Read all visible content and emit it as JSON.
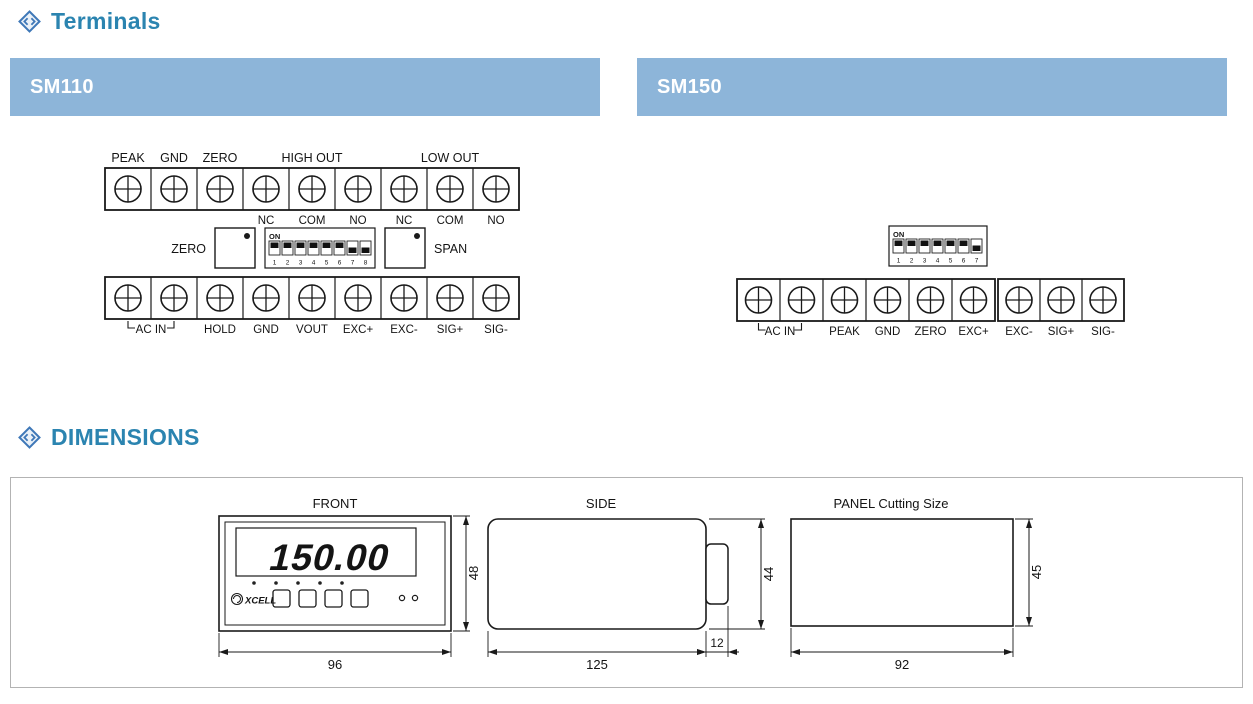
{
  "sections": {
    "terminals": {
      "icon": "diamond-chevrons-icon",
      "title": "Terminals"
    },
    "dimensions": {
      "icon": "diamond-chevrons-icon",
      "title": "DIMENSIONS"
    }
  },
  "colors": {
    "panel_header_bg": "#8db5d9",
    "section_title": "#2b84b0",
    "icon_blue": "#3f78b8"
  },
  "sm110": {
    "title": "SM110",
    "top_row": {
      "labels": [
        "PEAK",
        "GND",
        "ZERO"
      ],
      "group_high": "HIGH OUT",
      "group_low": "LOW OUT",
      "contacts": [
        "NC",
        "COM",
        "NO",
        "NC",
        "COM",
        "NO"
      ]
    },
    "adjust": {
      "zero": "ZERO",
      "span": "SPAN"
    },
    "dip": {
      "on_label": "ON",
      "numbers": [
        "1",
        "2",
        "3",
        "4",
        "5",
        "6",
        "7",
        "8"
      ]
    },
    "bottom_row": {
      "labels": [
        "AC IN",
        "HOLD",
        "GND",
        "VOUT",
        "EXC+",
        "EXC-",
        "SIG+",
        "SIG-"
      ]
    }
  },
  "sm150": {
    "title": "SM150",
    "dip": {
      "on_label": "ON",
      "numbers": [
        "1",
        "2",
        "3",
        "4",
        "5",
        "6",
        "7"
      ]
    },
    "bottom_row": {
      "labels": [
        "AC IN",
        "PEAK",
        "GND",
        "ZERO",
        "EXC+",
        "EXC-",
        "SIG+",
        "SIG-"
      ]
    }
  },
  "dims": {
    "front": {
      "title": "FRONT",
      "display": "150.00",
      "logo": "XCELL",
      "width": "96",
      "height": "48"
    },
    "side": {
      "title": "SIDE",
      "depth": "125",
      "tab": "12",
      "height": "44"
    },
    "panel": {
      "title": "PANEL Cutting Size",
      "width": "92",
      "height": "45"
    }
  }
}
